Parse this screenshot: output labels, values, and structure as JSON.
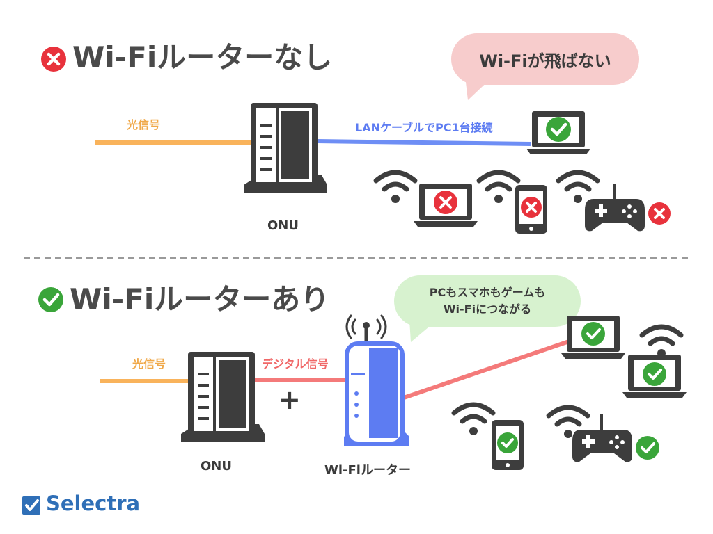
{
  "top": {
    "heading": "Wi-Fiルーターなし",
    "bubble": "Wi-Fiが飛ばない",
    "signal_label": "光信号",
    "cable_label": "LANケーブルでPC1台接続",
    "onu_label": "ONU",
    "status_icon": "cross-circle-icon"
  },
  "bottom": {
    "heading": "Wi-Fiルーターあり",
    "bubble_line1": "PCもスマホもゲームも",
    "bubble_line2": "Wi-Fiにつながる",
    "signal_label": "光信号",
    "digital_label": "デジタル信号",
    "plus": "+",
    "onu_label": "ONU",
    "router_label": "Wi-Fiルーター",
    "status_icon": "check-circle-icon"
  },
  "logo": {
    "text": "Selectra"
  },
  "colors": {
    "fiber": "#f9b35b",
    "lan": "#6e8ef5",
    "digital": "#f47a7a",
    "router": "#5d7cf2",
    "device": "#3d3d3d",
    "ok": "#3aa53a",
    "ng": "#e8323c",
    "brand": "#2f6fb7"
  }
}
